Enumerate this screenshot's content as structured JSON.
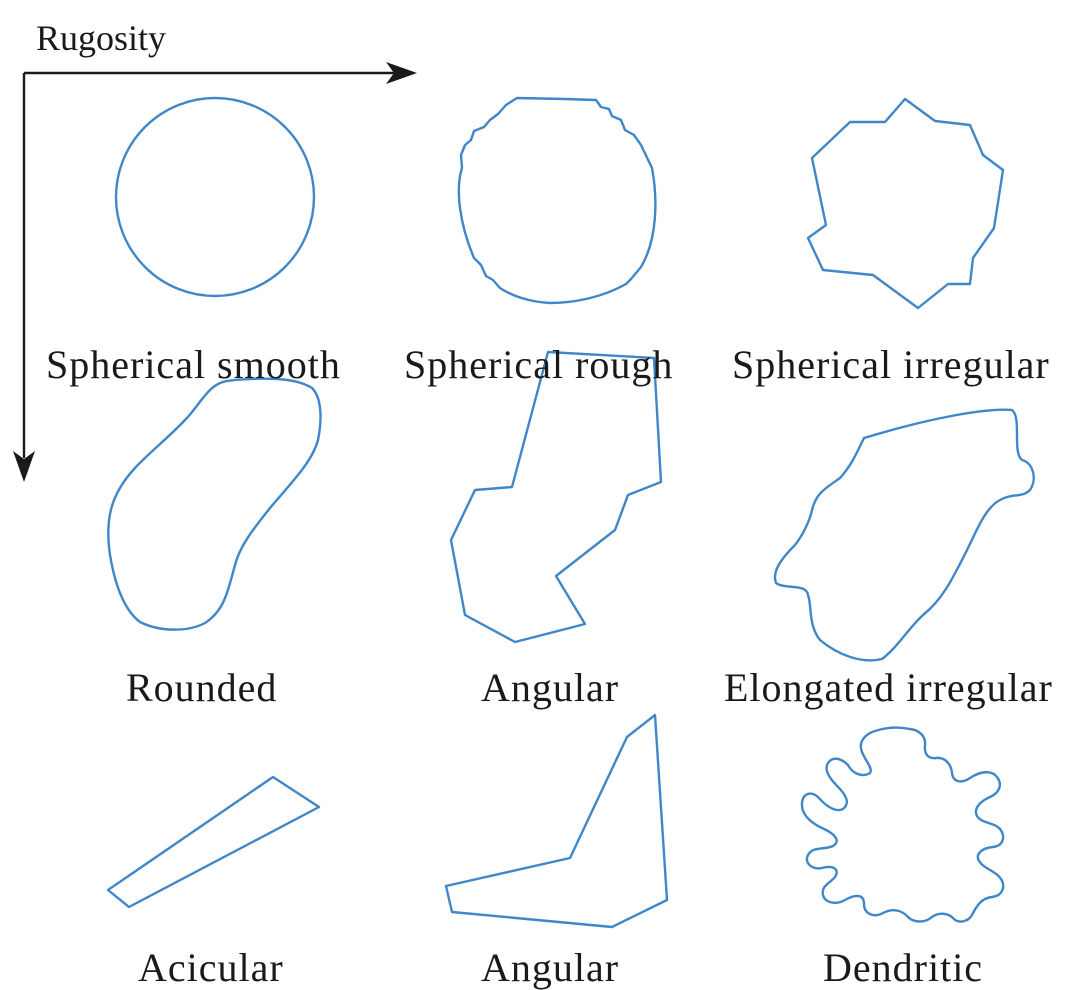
{
  "axis": {
    "label": "Rugosity"
  },
  "colors": {
    "shape_stroke": "#3f87c8",
    "axis": "#1a1a1a",
    "background": "#ffffff"
  },
  "shapes": [
    {
      "name": "Spherical smooth"
    },
    {
      "name": "Spherical rough"
    },
    {
      "name": "Spherical irregular"
    },
    {
      "name": "Rounded"
    },
    {
      "name": "Angular"
    },
    {
      "name": "Elongated irregular"
    },
    {
      "name": "Acicular"
    },
    {
      "name": "Angular"
    },
    {
      "name": "Dendritic"
    }
  ]
}
